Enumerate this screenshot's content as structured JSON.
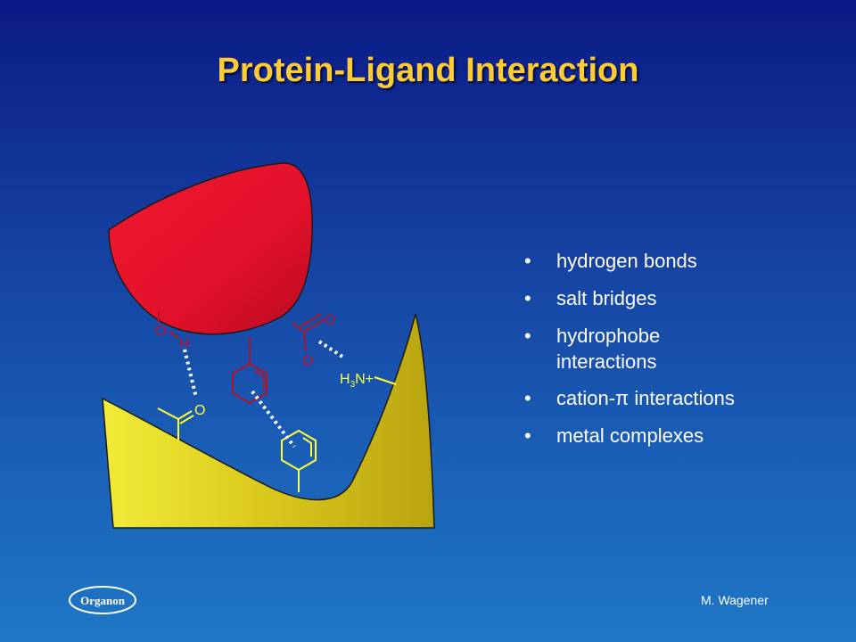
{
  "slide": {
    "title": "Protein-Ligand Interaction",
    "author": "M. Wagener",
    "logo_text": "Organon"
  },
  "bullets": [
    "hydrogen bonds",
    "salt bridges",
    "hydrophobe interactions",
    "cation-π interactions",
    "metal complexes"
  ],
  "diagram": {
    "atom_labels": {
      "ligand_hydroxyl_oxygen": "O",
      "ligand_hydroxyl_hydrogen": "H",
      "ligand_carboxylate_oxygen_top": "O",
      "ligand_carboxylate_oxygen_bottom": "O",
      "protein_carbonyl_oxygen": "O",
      "protein_amine_h": "H",
      "protein_amine_sub": "3",
      "protein_amine_n": "N+"
    },
    "colors": {
      "ligand_fill": "#e8142a",
      "ligand_highlight": "#ff2a3c",
      "ligand_bonds": "#b01428",
      "protein_fill": "#d8c41a",
      "protein_bonds": "#ffff33",
      "interaction_lines": "#ffffff",
      "title": "#ffcc33"
    }
  }
}
